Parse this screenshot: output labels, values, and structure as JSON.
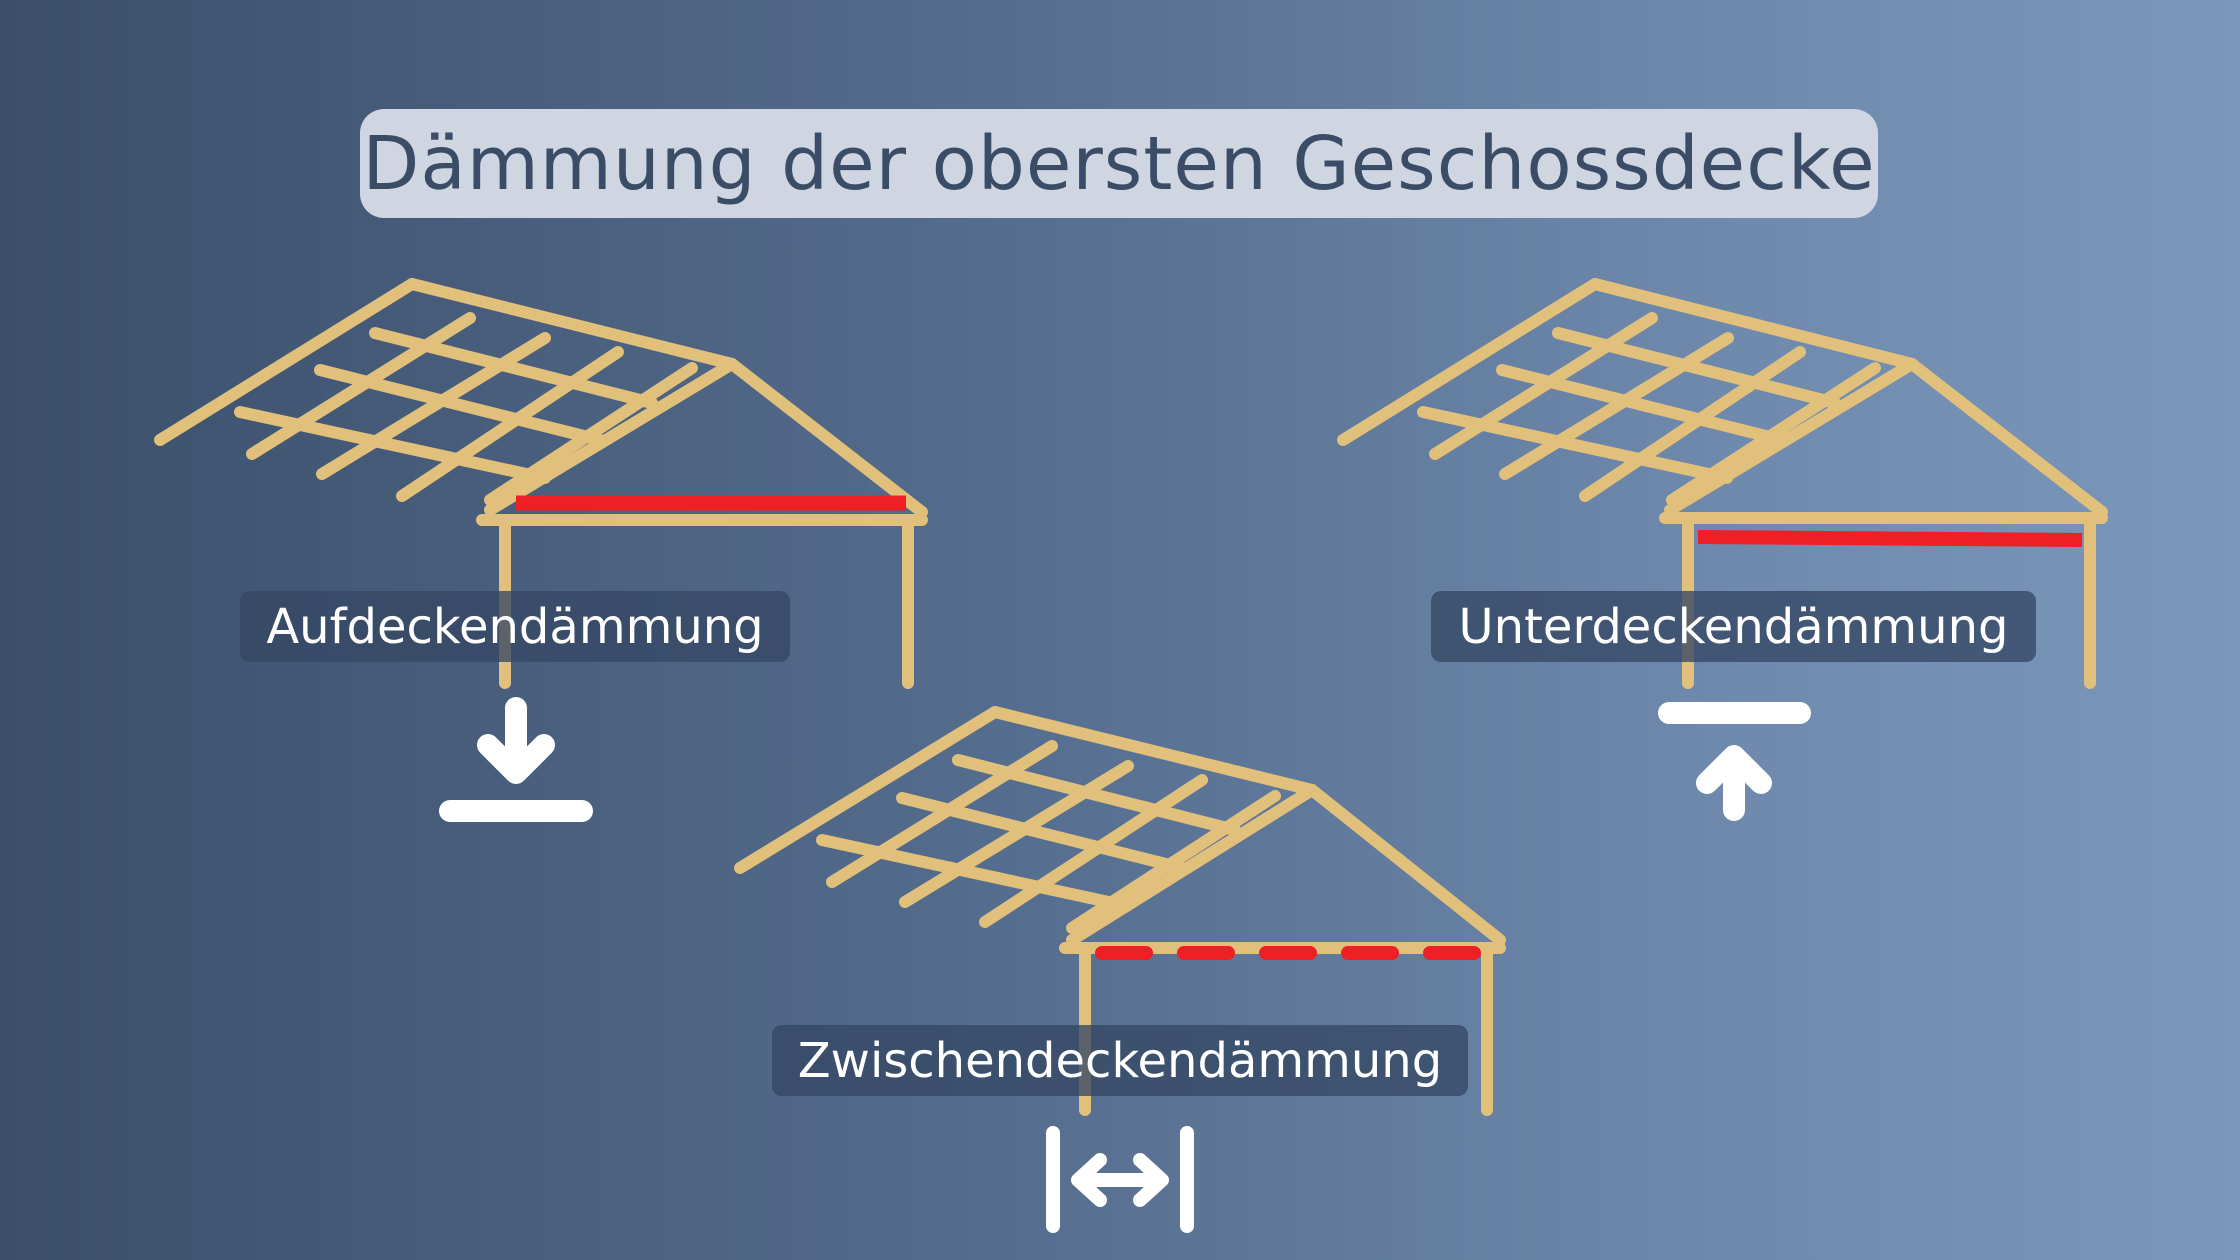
{
  "title": "Dämmung der obersten Geschossdecke",
  "diagrams": [
    {
      "label": "Aufdeckendämmung",
      "insulation_position": "on top of ceiling",
      "symbol": "arrow-down-to-line-icon"
    },
    {
      "label": "Unterdeckendämmung",
      "insulation_position": "below ceiling",
      "symbol": "arrow-up-from-line-icon"
    },
    {
      "label": "Zwischendeckendämmung",
      "insulation_position": "between ceiling beams",
      "symbol": "horizontal-double-arrow-between-bars-icon"
    }
  ],
  "colors": {
    "background_left": "#3b4f6a",
    "background_right": "#7b97ba",
    "timber": "#e1c07c",
    "insulation": "#ee2026",
    "title_pill": "#cfd6e1",
    "title_text": "#3a4c66",
    "icon": "#ffffff"
  }
}
